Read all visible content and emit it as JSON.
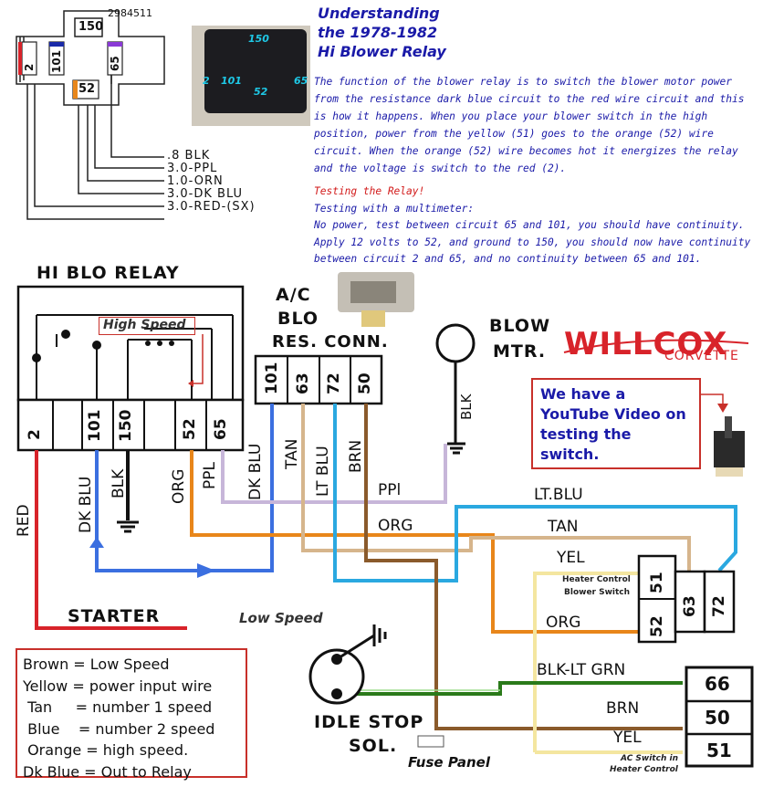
{
  "title_lines": [
    "Understanding",
    "the 1978-1982",
    "Hi Blower Relay"
  ],
  "description": "The function of the blower relay is to switch the blower motor power from the resistance dark blue circuit to the red wire circuit and this is how it happens.   When you place your blower switch in the high position, power from the yellow (51) goes to the orange (52) wire circuit.  When the orange (52) wire becomes hot it energizes the relay and the voltage is switch to the red (2).",
  "testing": {
    "heading": "Testing the Relay!",
    "lines": [
      "Testing with a multimeter:",
      "No power, test between circuit 65 and 101, you should have continuity.",
      "Apply 12 volts to 52, and ground to 150, you should now have continuity",
      "between circuit 2 and 65, and no continuity between 65 and 101."
    ]
  },
  "connector_drawing": {
    "part_number": "2984511",
    "terminals": [
      "150",
      "2",
      "101",
      "65",
      "52"
    ],
    "wires": [
      ".8 BLK",
      "3.0-PPL",
      "1.0-ORN",
      "3.0-DK BLU",
      "3.0-RED-(SX)"
    ]
  },
  "photo_labels": [
    "150",
    "2",
    "101",
    "52",
    "65"
  ],
  "relay": {
    "title": "HI BLO RELAY",
    "high_speed": "High Speed",
    "terminals": [
      "2",
      "101",
      "150",
      "52",
      "65"
    ]
  },
  "res_conn": {
    "title": [
      "A/C",
      "BLO",
      "RES. CONN."
    ],
    "terminals": [
      "101",
      "63",
      "72",
      "50"
    ]
  },
  "blow_mtr": [
    "BLOW",
    "MTR."
  ],
  "wire_labels": {
    "red": "RED",
    "dk_blu": "DK BLU",
    "blk": "BLK",
    "org": "ORG",
    "ppl": "PPL",
    "dk_blu2": "DK BLU",
    "tan": "TAN",
    "lt_blu": "LT BLU",
    "brn": "BRN",
    "blk_mtr": "BLK",
    "ppl_h": "PPl",
    "lt_blu_h": "LT.BLU",
    "org_h": "ORG",
    "tan_h": "TAN",
    "yel_h": "YEL",
    "org_h2": "ORG",
    "blk_lt_grn": "BLK-LT GRN",
    "brn_h": "BRN",
    "yel_h2": "YEL"
  },
  "starter": "STARTER",
  "low_speed": "Low Speed",
  "idle_stop": [
    "IDLE STOP",
    "SOL."
  ],
  "fuse_panel": "Fuse Panel",
  "heater_switch": {
    "caption": [
      "Heater Control",
      "Blower Switch"
    ],
    "terminals": [
      "51",
      "63",
      "72",
      "52"
    ]
  },
  "ac_switch": {
    "caption": [
      "AC Switch in",
      "Heater Control"
    ],
    "terminals": [
      "66",
      "50",
      "51"
    ]
  },
  "legend": [
    "Brown = Low Speed",
    "Yellow = power input wire",
    " Tan     = number 1 speed",
    " Blue    = number 2 speed",
    " Orange = high speed.",
    "Dk Blue = Out to Relay"
  ],
  "youtube": "We have a YouTube Video on testing the switch.",
  "brand": {
    "name": "WILLCOX",
    "sub": "CORVETTE"
  },
  "colors": {
    "red": "#d8232a",
    "dk_blue": "#3b6fe0",
    "black": "#111111",
    "orange": "#e8861a",
    "purple": "#c7b6d9",
    "tan": "#d6b58c",
    "lt_blue": "#2aa8e0",
    "brown": "#8a5a2b",
    "yellow": "#f4e6a0",
    "green": "#2a7a1a",
    "text_blue": "#1a1aa8"
  }
}
